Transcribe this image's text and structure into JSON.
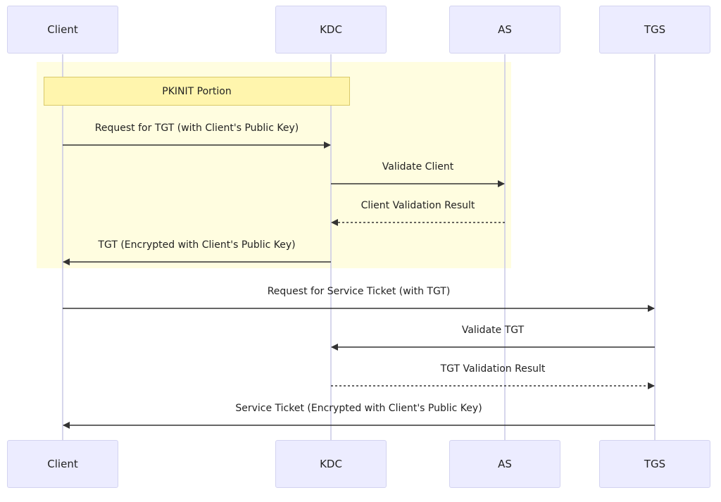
{
  "participants": [
    {
      "id": "client",
      "label": "Client"
    },
    {
      "id": "kdc",
      "label": "KDC"
    },
    {
      "id": "as",
      "label": "AS"
    },
    {
      "id": "tgs",
      "label": "TGS"
    }
  ],
  "group": {
    "label": "PKINIT Portion"
  },
  "messages": [
    {
      "from": "client",
      "to": "kdc",
      "label": "Request for TGT (with Client's Public Key)",
      "style": "solid"
    },
    {
      "from": "kdc",
      "to": "as",
      "label": "Validate Client",
      "style": "solid"
    },
    {
      "from": "as",
      "to": "kdc",
      "label": "Client Validation Result",
      "style": "dashed"
    },
    {
      "from": "kdc",
      "to": "client",
      "label": "TGT (Encrypted with Client's Public Key)",
      "style": "solid"
    },
    {
      "from": "client",
      "to": "tgs",
      "label": "Request for Service Ticket (with TGT)",
      "style": "solid"
    },
    {
      "from": "tgs",
      "to": "kdc",
      "label": "Validate TGT",
      "style": "solid"
    },
    {
      "from": "kdc",
      "to": "tgs",
      "label": "TGT Validation Result",
      "style": "dashed"
    },
    {
      "from": "tgs",
      "to": "client",
      "label": "Service Ticket (Encrypted with Client's Public Key)",
      "style": "solid"
    }
  ],
  "colors": {
    "actor_fill": "#ececff",
    "actor_border": "#d3d3f0",
    "group_fill": "#fffde0",
    "note_fill": "#fff5ad",
    "line": "#333333",
    "lifeline": "#c8c8e6"
  }
}
